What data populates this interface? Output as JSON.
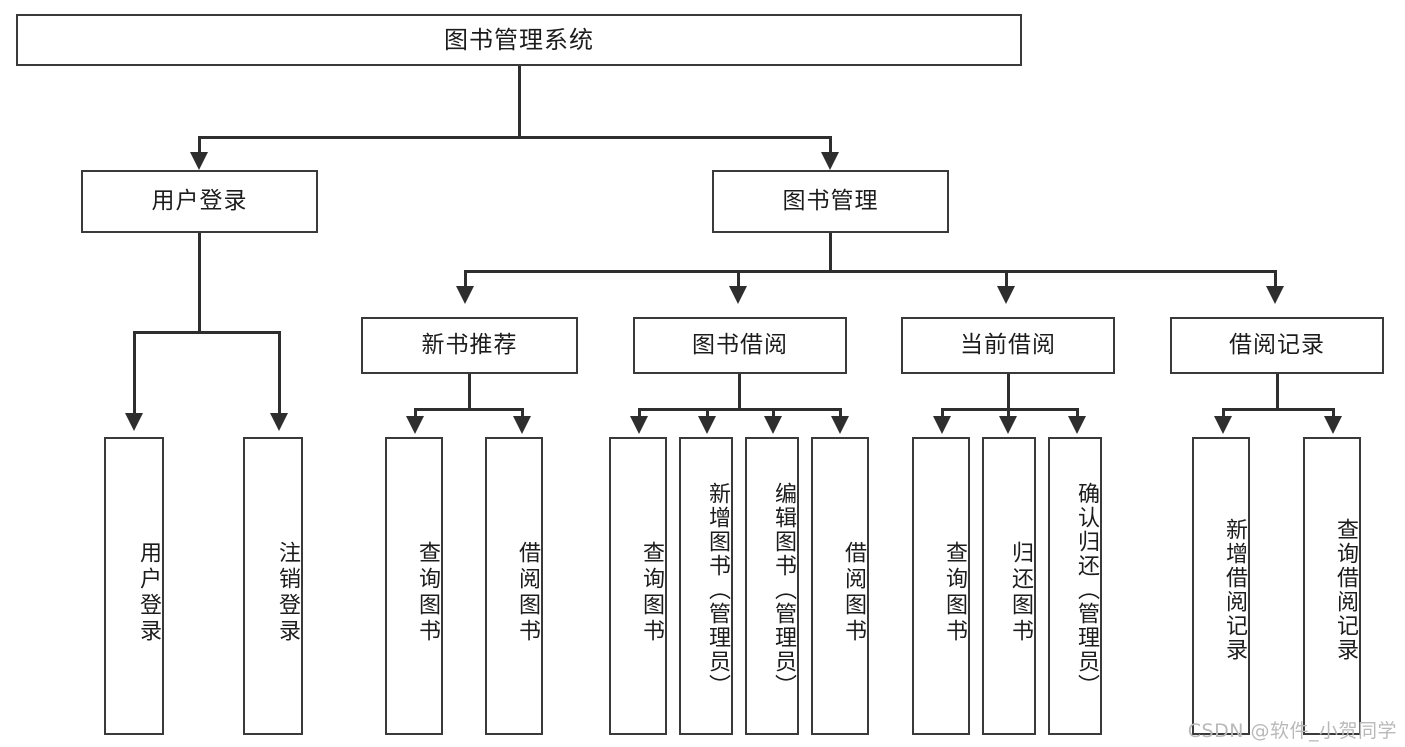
{
  "diagram": {
    "type": "tree-hierarchy",
    "title": "图书管理系统",
    "watermark": "CSDN @软件_小贺同学",
    "colors": {
      "background": "#ffffff",
      "box_border": "#3a3a3a",
      "connector": "#2e2e2e",
      "text": "#1c1c1c",
      "watermark": "#b9b9b9"
    },
    "levels": 4,
    "root": {
      "label": "图书管理系统"
    },
    "level2": [
      {
        "id": "user-login",
        "label": "用户登录"
      },
      {
        "id": "book-manage",
        "label": "图书管理"
      }
    ],
    "level3": [
      {
        "id": "new-book-rec",
        "label": "新书推荐",
        "parent": "book-manage"
      },
      {
        "id": "book-borrow",
        "label": "图书借阅",
        "parent": "book-manage"
      },
      {
        "id": "current-borrow",
        "label": "当前借阅",
        "parent": "book-manage"
      },
      {
        "id": "borrow-record",
        "label": "借阅记录",
        "parent": "book-manage"
      }
    ],
    "leaves": {
      "user-login": [
        {
          "id": "leaf-user-login",
          "label": "用户登录"
        },
        {
          "id": "leaf-user-logout",
          "label": "注销登录"
        }
      ],
      "new-book-rec": [
        {
          "id": "leaf-query-book-1",
          "label": "查询图书"
        },
        {
          "id": "leaf-borrow-book-1",
          "label": "借阅图书"
        }
      ],
      "book-borrow": [
        {
          "id": "leaf-query-book-2",
          "label": "查询图书"
        },
        {
          "id": "leaf-add-book",
          "label": "新增图书（管理员）"
        },
        {
          "id": "leaf-edit-book",
          "label": "编辑图书（管理员）"
        },
        {
          "id": "leaf-borrow-book-2",
          "label": "借阅图书"
        }
      ],
      "current-borrow": [
        {
          "id": "leaf-query-book-3",
          "label": "查询图书"
        },
        {
          "id": "leaf-return-book",
          "label": "归还图书"
        },
        {
          "id": "leaf-confirm-return",
          "label": "确认归还（管理员）"
        }
      ],
      "borrow-record": [
        {
          "id": "leaf-add-record",
          "label": "新增借阅记录"
        },
        {
          "id": "leaf-query-record",
          "label": "查询借阅记录"
        }
      ]
    }
  }
}
